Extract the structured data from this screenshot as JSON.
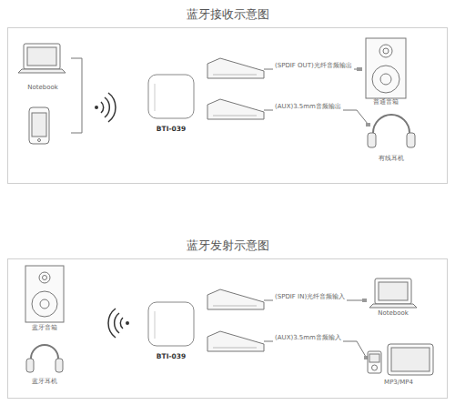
{
  "diagram": {
    "nodes": [
      {
        "text": [
          "蓝牙接收示意图"
        ]
      },
      {
        "text": [
          "Notebook"
        ],
        "in": 0
      },
      {
        "text": [
          "BTI-039"
        ],
        "in": 0
      },
      {
        "text": [
          "普通音箱"
        ],
        "in": 0
      },
      {
        "text": [
          "有线耳机"
        ],
        "in": 0
      },
      {
        "text": [
          "蓝牙发射示意图"
        ]
      },
      {
        "text": [
          "蓝牙音箱"
        ],
        "in": 5
      },
      {
        "text": [
          "蓝牙耳机"
        ],
        "in": 5
      },
      {
        "text": [
          "BTI-039"
        ],
        "in": 5
      },
      {
        "text": [
          "Notebook"
        ],
        "in": 5
      },
      {
        "text": [
          "MP3/MP4"
        ],
        "in": 5
      }
    ],
    "labels": [
      "(SPDIF OUT)光纤音频输出",
      "(AUX)3.5mm音频输出",
      "(SPDIF IN)光纤音频输入",
      "(AUX)3.5mm音频输入"
    ]
  }
}
